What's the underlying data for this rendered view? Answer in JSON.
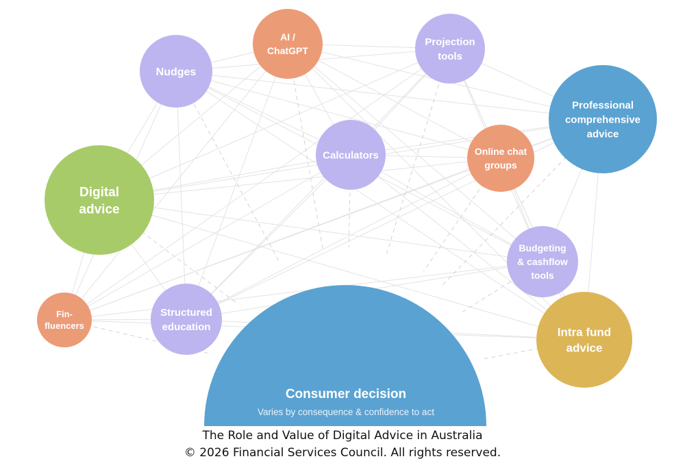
{
  "colors": {
    "purple": "#bdb5ef",
    "orange": "#ec9b77",
    "blue": "#5aa2d1",
    "green": "#a8cb69",
    "gold": "#dcb557"
  },
  "nodes": [
    {
      "id": "nudges",
      "lines": [
        "Nudges"
      ],
      "color": "purple"
    },
    {
      "id": "ai-chatgpt",
      "lines": [
        "AI /",
        "ChatGPT"
      ],
      "color": "orange"
    },
    {
      "id": "projection-tools",
      "lines": [
        "Projection",
        "tools"
      ],
      "color": "purple"
    },
    {
      "id": "professional-comprehensive-advice",
      "lines": [
        "Professional",
        "comprehensive",
        "advice"
      ],
      "color": "blue"
    },
    {
      "id": "calculators",
      "lines": [
        "Calculators"
      ],
      "color": "purple"
    },
    {
      "id": "online-chat-groups",
      "lines": [
        "Online chat",
        "groups"
      ],
      "color": "orange"
    },
    {
      "id": "digital-advice",
      "lines": [
        "Digital",
        "advice"
      ],
      "color": "green"
    },
    {
      "id": "budgeting-cashflow-tools",
      "lines": [
        "Budgeting",
        "& cashflow",
        "tools"
      ],
      "color": "purple"
    },
    {
      "id": "fin-fluencers",
      "lines": [
        "Fin-",
        "fluencers"
      ],
      "color": "orange"
    },
    {
      "id": "structured-education",
      "lines": [
        "Structured",
        "education"
      ],
      "color": "purple"
    },
    {
      "id": "intra-fund-advice",
      "lines": [
        "Intra fund",
        "advice"
      ],
      "color": "gold"
    }
  ],
  "hub": {
    "title": "Consumer decision",
    "subtitle": "Varies by consequence & confidence to act",
    "color": "blue"
  },
  "footer": {
    "title": "The Role and Value of Digital Advice in Australia",
    "copyright": "© 2026 Financial Services Council. All rights reserved."
  }
}
